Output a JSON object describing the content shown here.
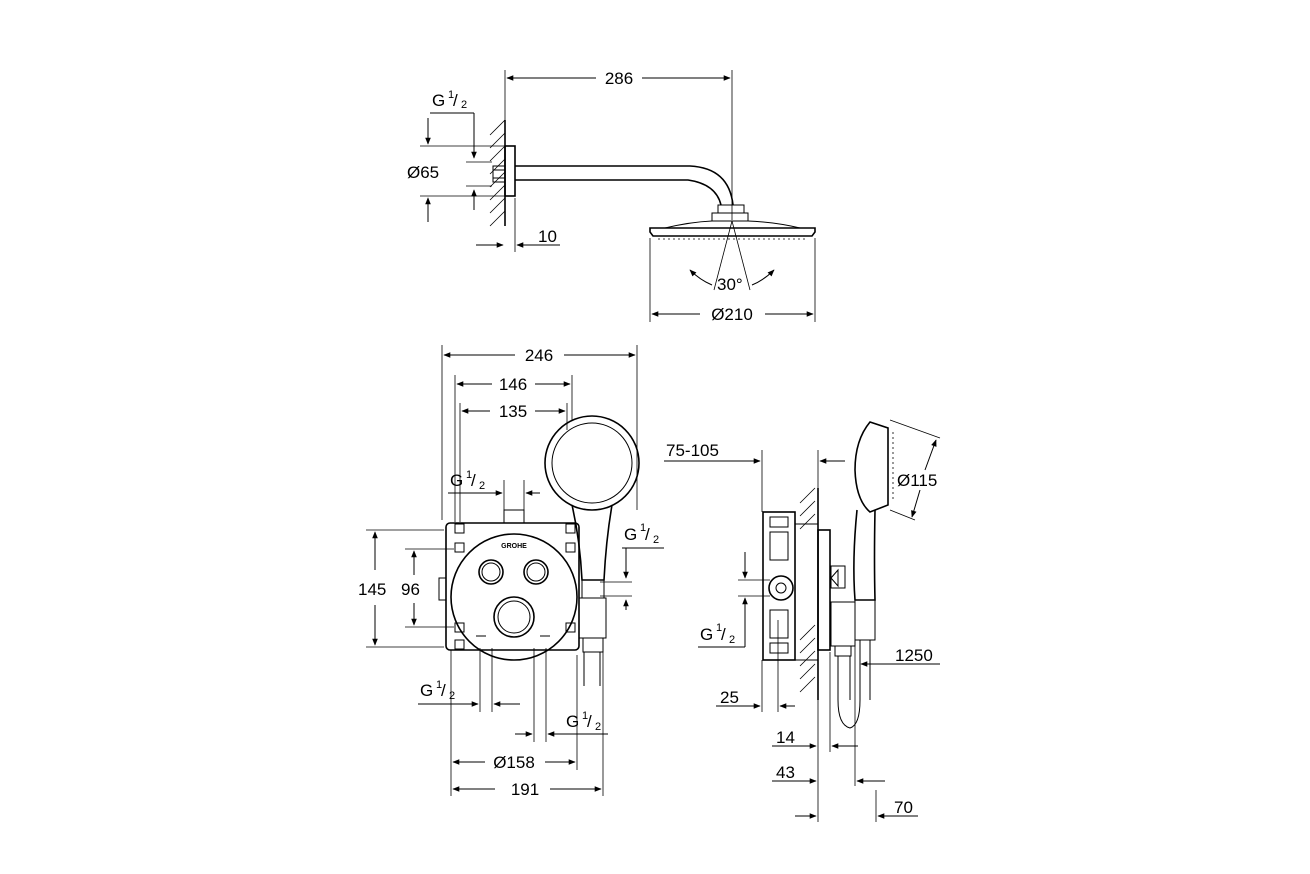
{
  "head_view": {
    "width": "286",
    "thread": {
      "base": "G",
      "num": "1",
      "den": "2"
    },
    "flange_diameter": "Ø65",
    "wall_gap": "10",
    "angle": "30°",
    "head_diameter": "Ø210"
  },
  "front_view": {
    "overall_width": "246",
    "hand_offset": "146",
    "hand_inner": "135",
    "top_thread": {
      "base": "G",
      "num": "1",
      "den": "2"
    },
    "right_thread": {
      "base": "G",
      "num": "1",
      "den": "2"
    },
    "height_outer": "145",
    "height_inner": "96",
    "bottom_left_thread": {
      "base": "G",
      "num": "1",
      "den": "2"
    },
    "bottom_right_thread": {
      "base": "G",
      "num": "1",
      "den": "2"
    },
    "plate_diameter": "Ø158",
    "plate_width": "191"
  },
  "side_view": {
    "depth_range": "75-105",
    "hand_diameter": "Ø115",
    "thread": {
      "base": "G",
      "num": "1",
      "den": "2"
    },
    "dim_25": "25",
    "dim_14": "14",
    "dim_43": "43",
    "hose_length": "1250",
    "dim_70": "70"
  }
}
